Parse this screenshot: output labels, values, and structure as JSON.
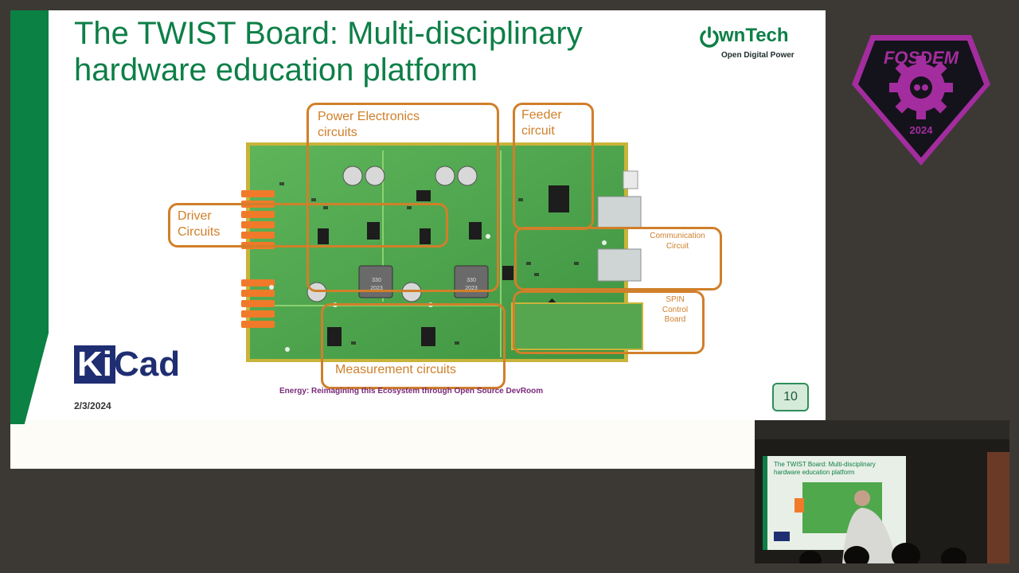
{
  "slide": {
    "title_line1": "The TWIST Board: Multi-disciplinary",
    "title_line2": "hardware education platform",
    "logo_name": "wnTech",
    "logo_tagline": "Open Digital Power",
    "date": "2/3/2024",
    "footer": "Energy: Reimagining this Ecosystem through Open Source DevRoom",
    "page_number": "10",
    "kicad_k": "Ki",
    "kicad_cad": "Cad"
  },
  "callouts": {
    "power_line1": "Power Electronics",
    "power_line2": "circuits",
    "feeder_line1": "Feeder",
    "feeder_line2": "circuit",
    "driver_line1": "Driver",
    "driver_line2": "Circuits",
    "comm_line1": "Communication",
    "comm_line2": "Circuit",
    "spin_line1": "SPIN",
    "spin_line2": "Control",
    "spin_line3": "Board",
    "measurement": "Measurement circuits"
  },
  "pcb": {
    "chip_label": "330",
    "chip_year": "2023"
  },
  "fosdem": {
    "name": "FOSDEM",
    "year": "2024"
  },
  "camera": {
    "mini_title_line1": "The TWIST Board: Multi-disciplinary",
    "mini_title_line2": "hardware education platform"
  },
  "colors": {
    "accent_green": "#0d7f47",
    "callout_orange": "#d07f2a",
    "pcb_green": "#4fa84c",
    "fosdem_purple": "#a32d9e"
  }
}
